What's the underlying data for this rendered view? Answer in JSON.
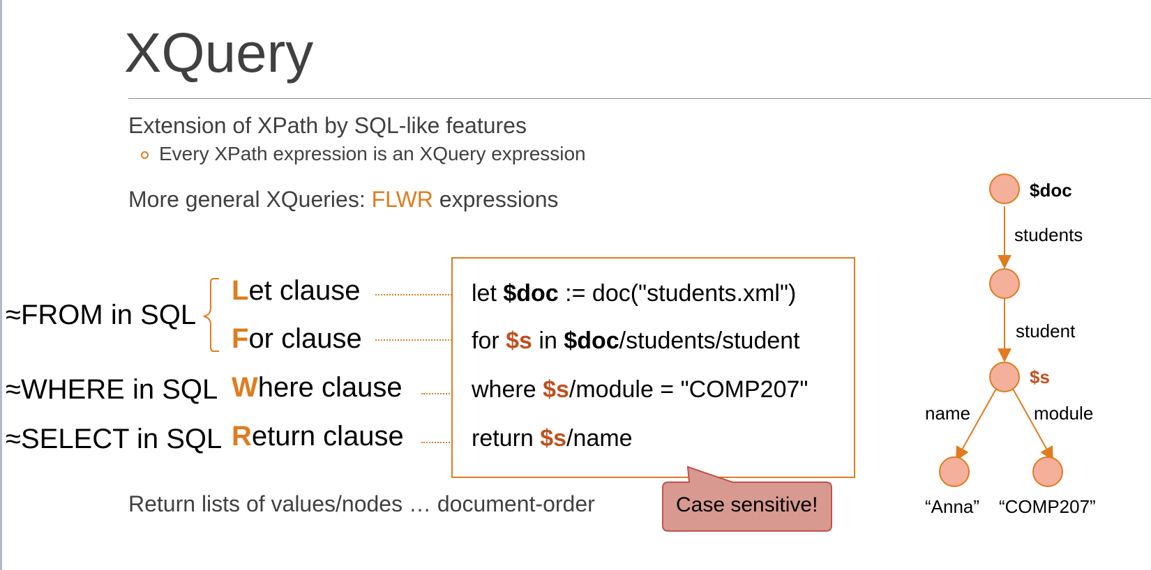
{
  "slide": {
    "title": "XQuery",
    "bullet1": "Extension of XPath by SQL-like features",
    "sub_bullet": "Every XPath expression is an XQuery expression",
    "bullet2_prefix": "More general XQueries: ",
    "bullet2_highlight": "FLWR",
    "bullet2_suffix": " expressions",
    "bottom_text": "Return lists of values/nodes … document-order",
    "callout": "Case sensitive!"
  },
  "sql_equivalents": {
    "from": "≈FROM in SQL",
    "where": "≈WHERE in SQL",
    "select": "≈SELECT in SQL"
  },
  "clauses": [
    {
      "cap": "L",
      "rest": "et clause"
    },
    {
      "cap": "F",
      "rest": "or clause"
    },
    {
      "cap": "W",
      "rest": "here clause"
    },
    {
      "cap": "R",
      "rest": "eturn clause"
    }
  ],
  "code": {
    "let_kw": "let ",
    "let_var": "$doc",
    "let_rest": " := doc(\"students.xml\")",
    "for_kw": "for ",
    "for_var": "$s",
    "for_mid": " in ",
    "for_doc": "$doc",
    "for_rest": "/students/student",
    "where_kw": "where ",
    "where_var": "$s",
    "where_rest": "/module = \"COMP207\"",
    "return_kw": "return ",
    "return_var": "$s",
    "return_rest": "/name"
  },
  "tree": {
    "root_label": "$doc",
    "edge1": "students",
    "edge2": "student",
    "s_label": "$s",
    "edge_name": "name",
    "edge_module": "module",
    "leaf_left": "“Anna”",
    "leaf_right": "“COMP207”"
  },
  "colors": {
    "accent": "#e07b1f",
    "variable": "#c0501f",
    "node_fill": "#f4b09a",
    "callout_fill": "#d89a90"
  }
}
